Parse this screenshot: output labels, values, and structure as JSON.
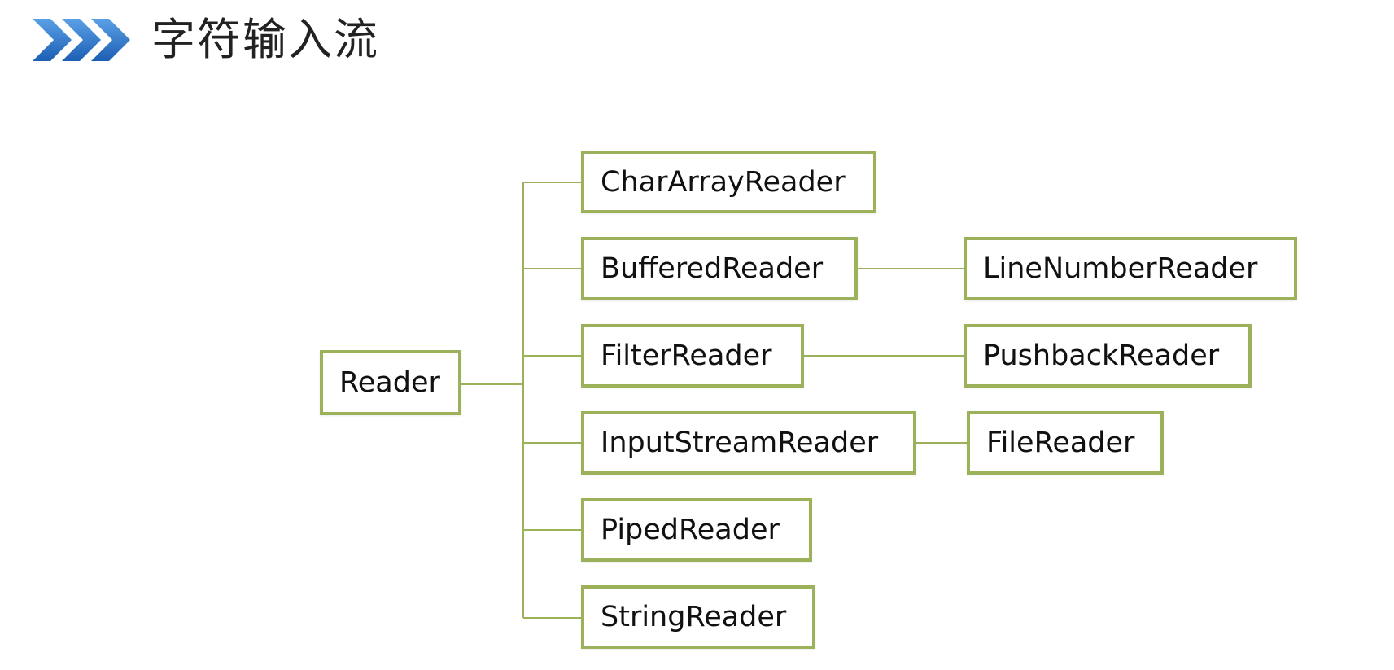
{
  "header": {
    "title": "字符输入流",
    "icon": "triple-chevron-right-icon",
    "icon_colors": [
      "#1d5fb4",
      "#5aa0e6"
    ]
  },
  "diagram": {
    "type": "tree",
    "line_color": "#9bb25a",
    "box_border_color": "#9bb25a",
    "root": {
      "label": "Reader"
    },
    "children": [
      {
        "label": "CharArrayReader",
        "children": []
      },
      {
        "label": "BufferedReader",
        "children": [
          {
            "label": "LineNumberReader"
          }
        ]
      },
      {
        "label": "FilterReader",
        "children": [
          {
            "label": "PushbackReader"
          }
        ]
      },
      {
        "label": "InputStreamReader",
        "children": [
          {
            "label": "FileReader"
          }
        ]
      },
      {
        "label": "PipedReader",
        "children": []
      },
      {
        "label": "StringReader",
        "children": []
      }
    ]
  }
}
